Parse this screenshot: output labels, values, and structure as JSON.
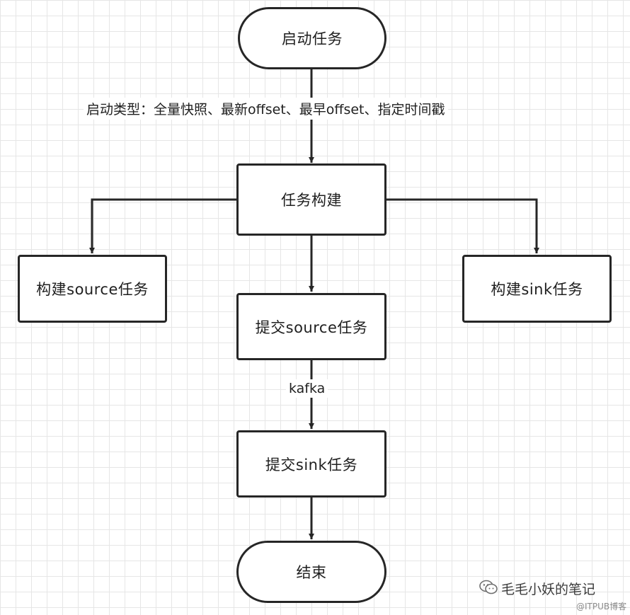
{
  "diagram": {
    "nodes": {
      "start": "启动任务",
      "build": "任务构建",
      "build_source": "构建source任务",
      "build_sink": "构建sink任务",
      "submit_source": "提交source任务",
      "submit_sink": "提交sink任务",
      "end": "结束"
    },
    "edge_labels": {
      "start_type": "启动类型：全量快照、最新offset、最早offset、指定时间戳",
      "kafka": "kafka"
    },
    "edges": [
      [
        "start",
        "build"
      ],
      [
        "build",
        "build_source"
      ],
      [
        "build",
        "build_sink"
      ],
      [
        "build",
        "submit_source"
      ],
      [
        "submit_source",
        "submit_sink"
      ],
      [
        "submit_sink",
        "end"
      ]
    ]
  },
  "watermark": {
    "title": "毛毛小妖的笔记",
    "sub": "@ITPUB博客",
    "icon": "wechat-icon"
  },
  "colors": {
    "stroke": "#262626",
    "grid": "#e6e6e6"
  }
}
